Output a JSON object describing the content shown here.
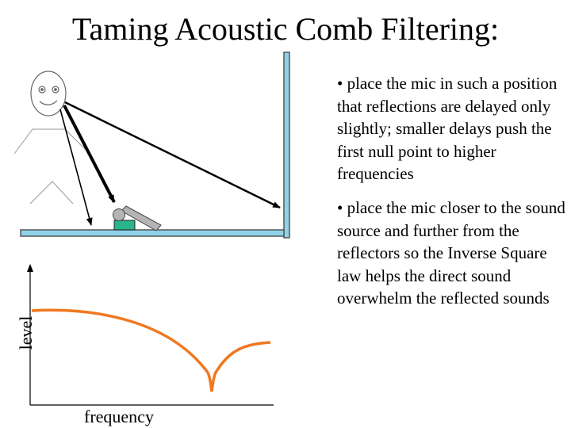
{
  "slide": {
    "title": "Taming Acoustic Comb Filtering:",
    "bullets": [
      "• place the mic in such a position that reflections are delayed only slightly; smaller delays push the first null point to higher frequencies",
      "• place the mic closer to the sound source and further from the reflectors so the Inverse Square law helps the direct sound overwhelm the reflected sounds"
    ]
  },
  "graph": {
    "xlabel": "frequency",
    "ylabel": "level",
    "curve_color": "#f07820"
  },
  "colors": {
    "surface": "#8ed3e8",
    "mic_base": "#28b48c",
    "mic_body": "#b4b4b4"
  },
  "icons": [
    "face-icon",
    "microphone-icon",
    "arrow-icon"
  ]
}
